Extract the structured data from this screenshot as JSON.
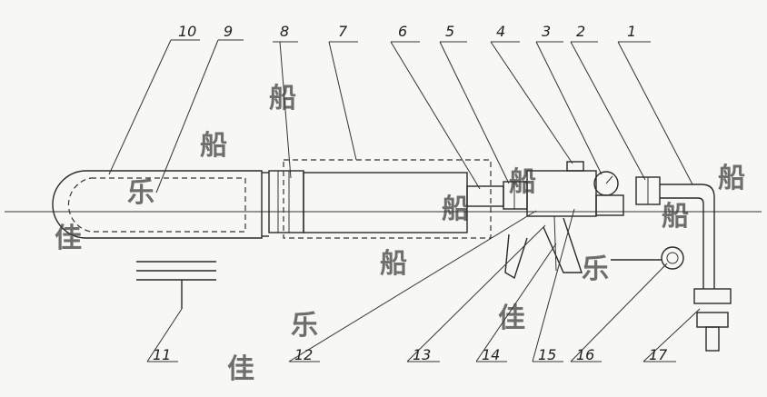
{
  "callouts": {
    "c1": "1",
    "c2": "2",
    "c3": "3",
    "c4": "4",
    "c5": "5",
    "c6": "6",
    "c7": "7",
    "c8": "8",
    "c9": "9",
    "c10": "10",
    "c11": "11",
    "c12": "12",
    "c13": "13",
    "c14": "14",
    "c15": "15",
    "c16": "16",
    "c17": "17"
  },
  "watermark": {
    "w1": "船",
    "w2": "船",
    "w3": "船",
    "w4": "船",
    "w5": "船",
    "w6": "船",
    "w7": "船",
    "w8": "佳",
    "w9": "乐",
    "w10": "佳",
    "w11": "乐",
    "w12": "佳",
    "w13": "乐"
  }
}
